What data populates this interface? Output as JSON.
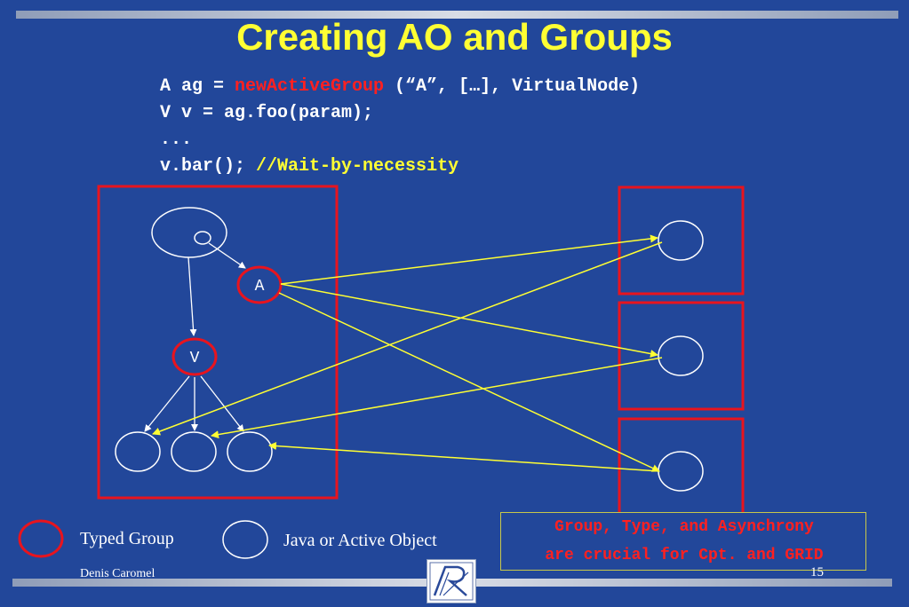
{
  "title": "Creating AO and Groups",
  "code": {
    "line1_prefix": "A ag = ",
    "line1_func": "newActiveGroup",
    "line1_suffix": " (“A”, […], VirtualNode)",
    "line2": "V v = ag.foo(param);",
    "line3": "...",
    "line4_code": "v.bar(); ",
    "line4_comment": "//Wait-by-necessity"
  },
  "nodes": {
    "group_a_label": "A",
    "group_v_label": "V"
  },
  "legend": {
    "typed_group": "Typed Group",
    "active_object": "Java or Active Object"
  },
  "note": {
    "line1": "Group, Type, and Asynchrony",
    "line2": "are crucial for Cpt. and GRID"
  },
  "footer": {
    "author": "Denis Caromel",
    "page": "15"
  },
  "colors": {
    "background": "#22479a",
    "title": "#ffff33",
    "group_border": "#e8141e",
    "arrow_yellow": "#ffff33",
    "arrow_white": "#ffffff"
  }
}
